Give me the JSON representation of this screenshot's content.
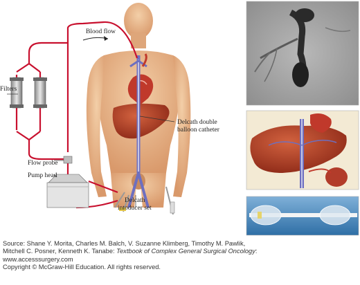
{
  "labels": {
    "blood_flow": "Blood flow",
    "filters": "Filters",
    "flow_probe": "Flow probe",
    "pump_head": "Pump head",
    "catheter_line1": "Delcath double",
    "catheter_line2": "balloon catheter",
    "introducer_line1": "Delcath",
    "introducer_line2": "intoducer set"
  },
  "caption": {
    "line1": "Source: Shane Y. Morita, Charles M. Balch, V. Suzanne Klimberg, Timothy M. Pawlik,",
    "line2_prefix": "Mitchell C. Posner, Kenneth K. Tanabe: ",
    "book_title": "Textbook of Complex General Surgical Oncology",
    "line2_suffix": ":",
    "line3": "www.accesssurgery.com",
    "line4": "Copyright © McGraw-Hill Education. All rights reserved."
  },
  "colors": {
    "tubing_red": "#c8102e",
    "skin": "#e9b98d",
    "liver": "#a83a25",
    "vessel_blue": "#6d6fc0",
    "xray_bg": "#a9a9a9",
    "panel_border": "#b0b0b0"
  }
}
